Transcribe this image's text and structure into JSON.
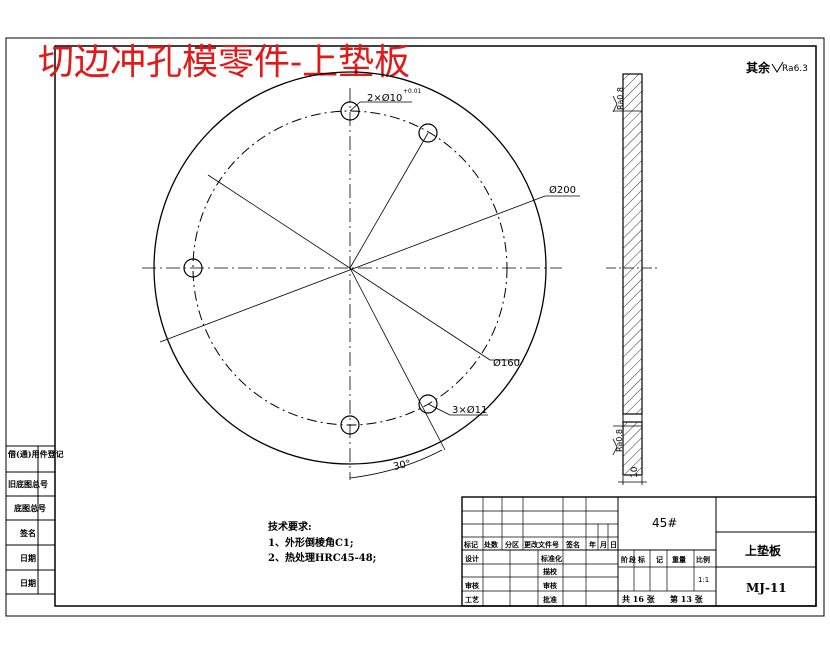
{
  "title": "切边冲孔模零件-上垫板",
  "roughness_note": {
    "prefix": "其余",
    "value": "Ra6.3"
  },
  "dimensions": {
    "holes_2": "2×Ø10",
    "holes_2_tol": "+0.01",
    "dia_outer": "Ø200",
    "dia_pcd": "Ø160",
    "holes_3": "3×Ø11",
    "angle": "30°",
    "thickness": "10"
  },
  "section_roughness": {
    "top": "Ra0.8",
    "bottom": "Ra0.8"
  },
  "tech_req": {
    "heading": "技术要求:",
    "items": [
      "1、外形倒棱角C1;",
      "2、热处理HRC45-48;"
    ]
  },
  "side_labels": [
    "借(通)用件登记",
    "旧底图总号",
    "底图总号",
    "签名",
    "日期",
    "日期"
  ],
  "title_block": {
    "material": "45#",
    "part_name": "上垫板",
    "drawing_no": "MJ-11",
    "header_row": [
      "标记",
      "处数",
      "分区",
      "更改文件号",
      "签名",
      "年",
      "月",
      "日"
    ],
    "left_rows": [
      "设计",
      "审核",
      "工艺"
    ],
    "mid_rows": [
      "标准化",
      "描校",
      "审核",
      "批准"
    ],
    "stage_labels": [
      "阶",
      "段",
      "标",
      "记",
      "重量",
      "比例"
    ],
    "scale": "1:1",
    "sheet_total": "共 16 张",
    "sheet_no": "第 13 张"
  }
}
